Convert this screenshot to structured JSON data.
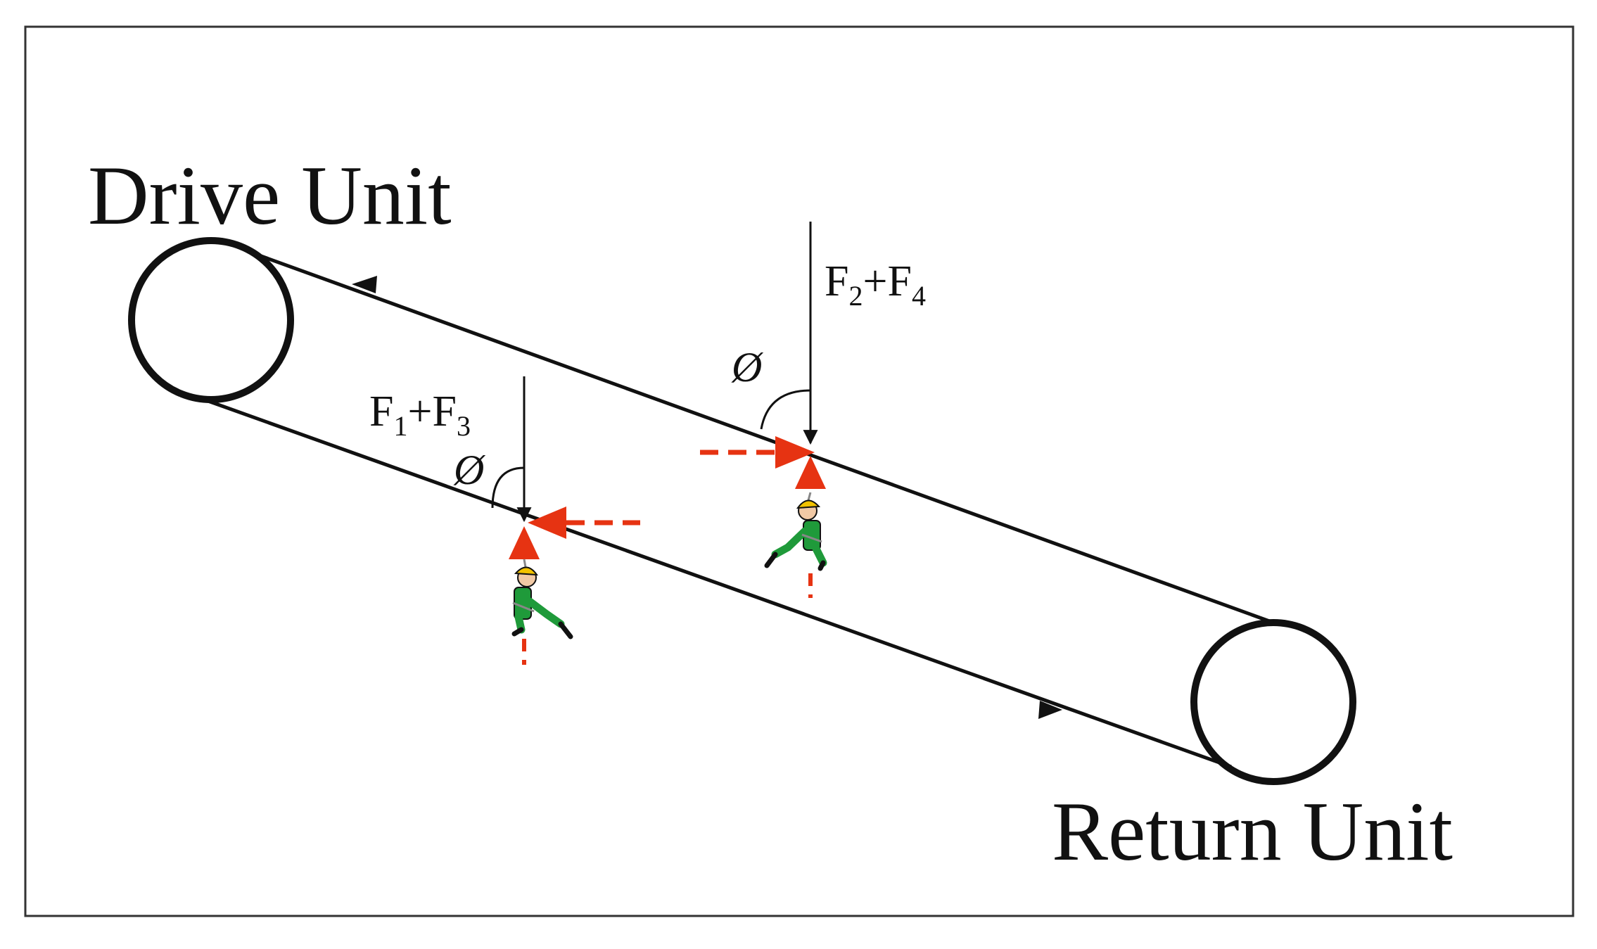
{
  "labels": {
    "drive_unit": "Drive Unit",
    "return_unit": "Return Unit",
    "angle_symbol": "Ø"
  },
  "forces": {
    "lower": {
      "term1_letter": "F",
      "term1_sub": "1",
      "operator": "+",
      "term2_letter": "F",
      "term2_sub": "3"
    },
    "upper": {
      "term1_letter": "F",
      "term1_sub": "2",
      "operator": "+",
      "term2_letter": "F",
      "term2_sub": "4"
    }
  },
  "colors": {
    "line": "#111111",
    "vector": "#e63312",
    "worker_suit": "#1f9a3a",
    "helmet": "#f2c200",
    "skin": "#f1c9a5"
  },
  "icons": {
    "worker": "worker-figure-icon",
    "vector_arrow": "red-triangle-icon"
  }
}
